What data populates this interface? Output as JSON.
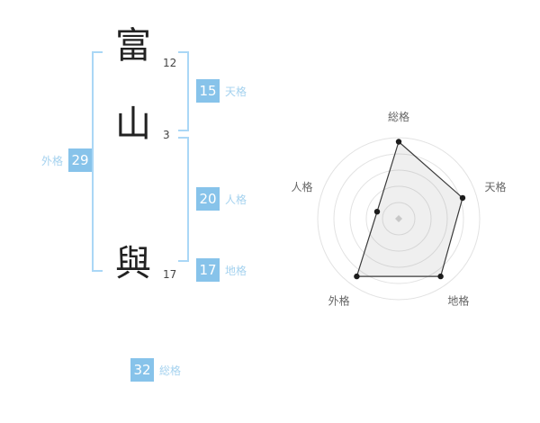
{
  "name_display": {
    "characters": [
      {
        "char": "富",
        "strokes": "12"
      },
      {
        "char": "山",
        "strokes": "3"
      },
      {
        "char": "與",
        "strokes": "17"
      }
    ]
  },
  "badges": {
    "tenkaku": {
      "value": "15",
      "label": "天格"
    },
    "jinkaku": {
      "value": "20",
      "label": "人格"
    },
    "chikaku": {
      "value": "17",
      "label": "地格"
    },
    "gaikaku": {
      "value": "29",
      "label": "外格"
    },
    "soukaku": {
      "value": "32",
      "label": "総格"
    }
  },
  "colors": {
    "accent_blue": "#87c3ea",
    "label_blue": "#a5d2ef",
    "bracket_blue": "#aad7f6",
    "chart_grid": "#e2e2e2",
    "chart_line": "#3a3a3a",
    "chart_point": "#1c1c1c",
    "chart_fill": "rgba(120,120,120,0.12)",
    "center_mark": "#c8c8c8"
  },
  "chart_data": {
    "type": "radar",
    "title": "",
    "categories": [
      "総格",
      "天格",
      "地格",
      "外格",
      "人格"
    ],
    "values": [
      95,
      83,
      88,
      88,
      28
    ],
    "max": 100,
    "rings": 5,
    "legend": "none",
    "grid": "circular"
  }
}
